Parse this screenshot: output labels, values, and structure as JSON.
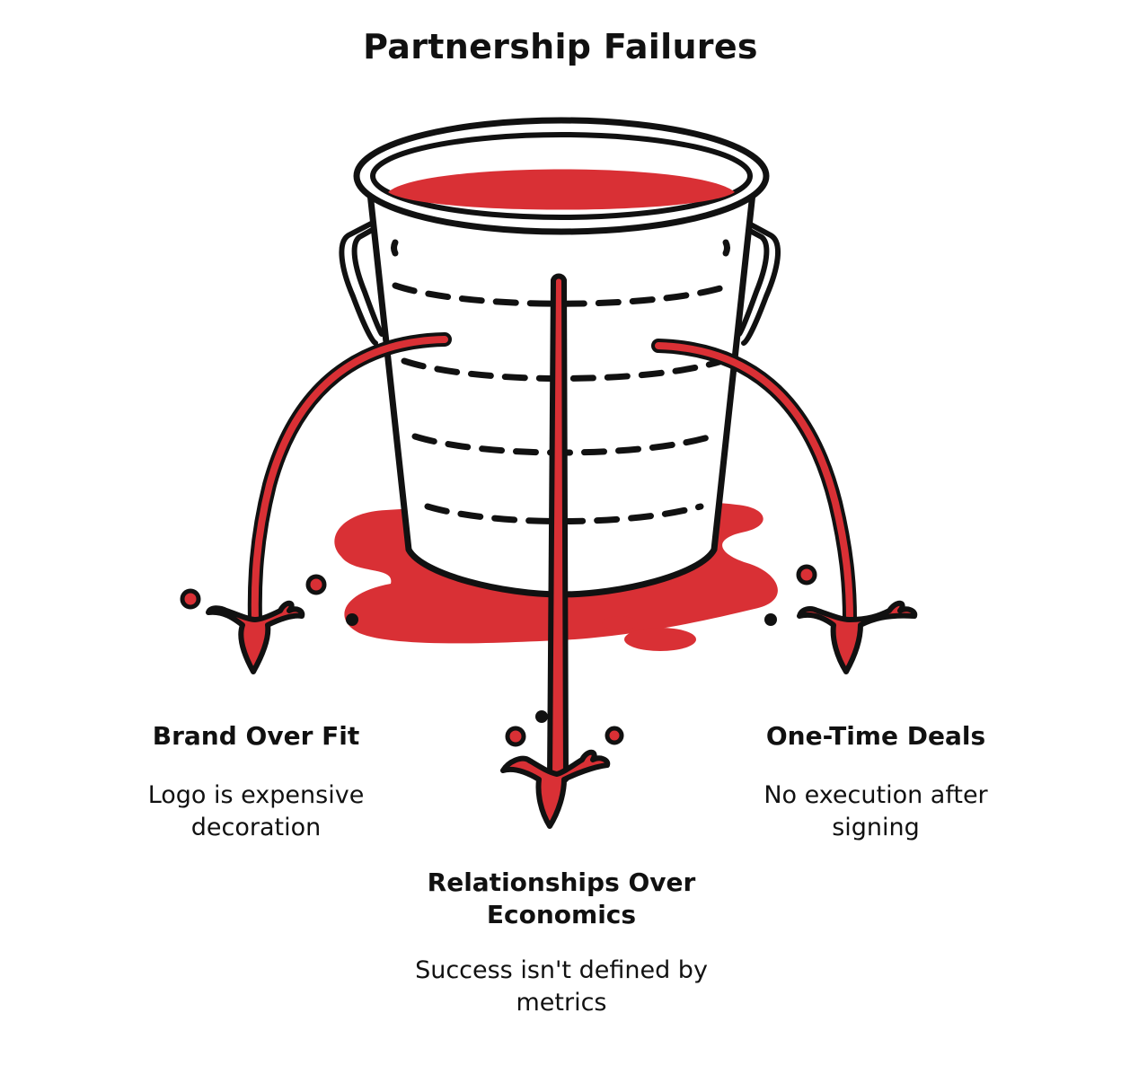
{
  "title": "Partnership Failures",
  "colors": {
    "liquid": "#d93035",
    "outline": "#111111",
    "background": "#ffffff"
  },
  "failures": [
    {
      "heading": "Brand Over Fit",
      "description": "Logo is expensive decoration"
    },
    {
      "heading": "Relationships Over Economics",
      "description": "Success isn't defined by metrics"
    },
    {
      "heading": "One-Time Deals",
      "description": "No execution after signing"
    }
  ]
}
